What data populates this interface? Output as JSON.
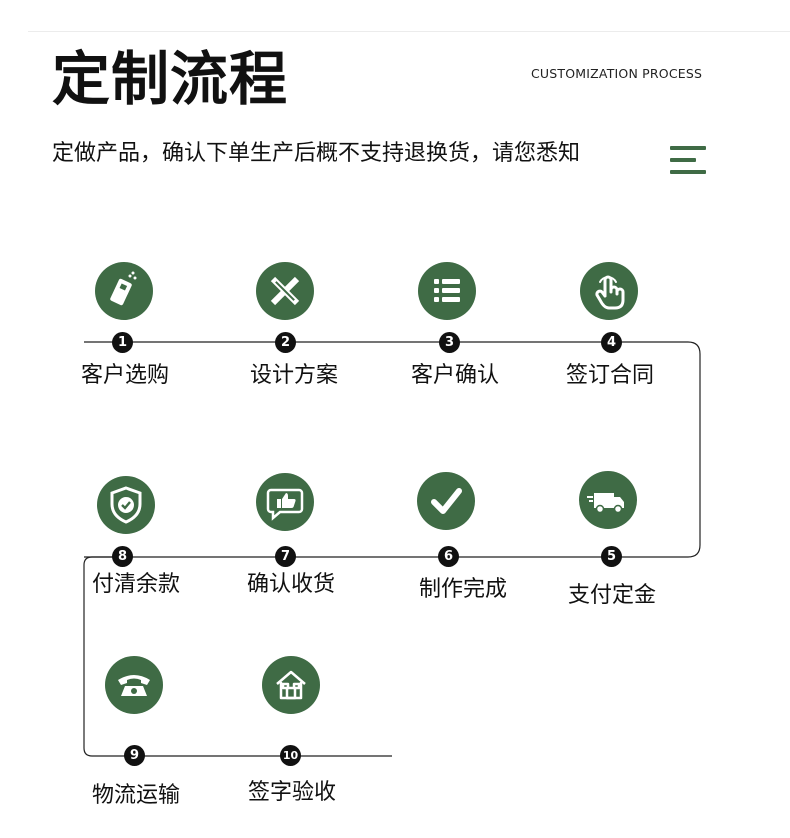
{
  "header": {
    "title": "定制流程",
    "subtitle_en": "CUSTOMIZATION PROCESS",
    "notice": "定做产品，确认下单生产后概不支持退换货，请您悉知"
  },
  "colors": {
    "accent": "#3f6b45",
    "number_badge": "#111111"
  },
  "steps": [
    {
      "num": "1",
      "label": "客户选购",
      "icon": "mobile-phone-icon"
    },
    {
      "num": "2",
      "label": "设计方案",
      "icon": "pencil-ruler-icon"
    },
    {
      "num": "3",
      "label": "客户确认",
      "icon": "checklist-icon"
    },
    {
      "num": "4",
      "label": "签订合同",
      "icon": "pointing-hand-icon"
    },
    {
      "num": "5",
      "label": "支付定金",
      "icon": "delivery-truck-icon"
    },
    {
      "num": "6",
      "label": "制作完成",
      "icon": "checkmark-icon"
    },
    {
      "num": "7",
      "label": "确认收货",
      "icon": "thumbs-up-icon"
    },
    {
      "num": "8",
      "label": "付清余款",
      "icon": "shield-check-icon"
    },
    {
      "num": "9",
      "label": "物流运输",
      "icon": "telephone-icon"
    },
    {
      "num": "10",
      "label": "签字验收",
      "icon": "house-icon"
    }
  ]
}
